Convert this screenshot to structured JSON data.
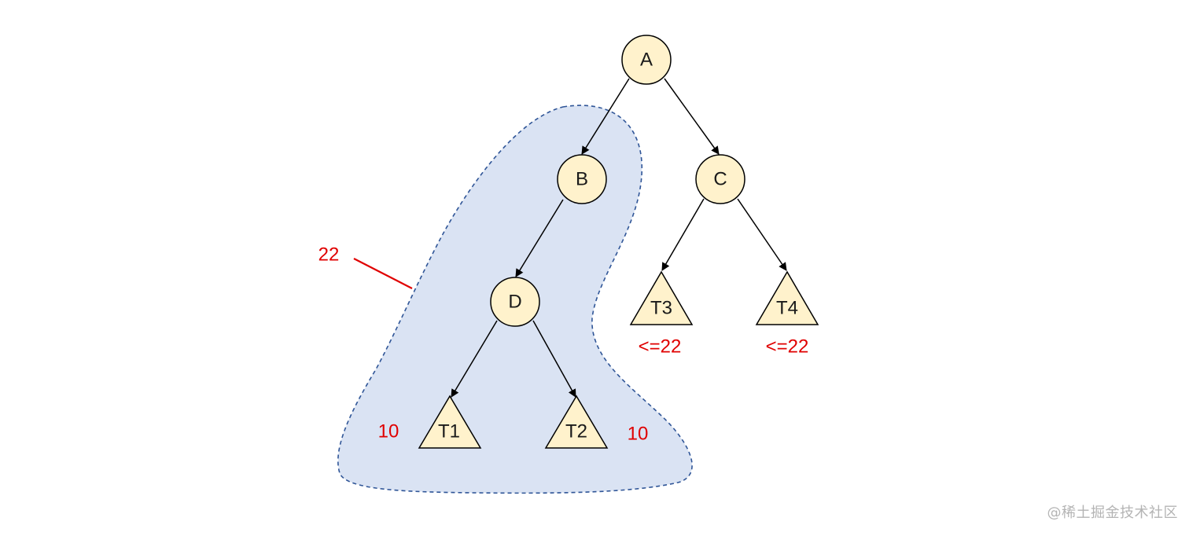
{
  "nodes": {
    "a": "A",
    "b": "B",
    "c": "C",
    "d": "D"
  },
  "subtrees": {
    "t1": "T1",
    "t2": "T2",
    "t3": "T3",
    "t4": "T4"
  },
  "annotations": {
    "region_height": "22",
    "t1_height": "10",
    "t2_height": "10",
    "t3_height": "<=22",
    "t4_height": "<=22"
  },
  "colors": {
    "node_fill": "#FFF2CC",
    "node_stroke": "#000000",
    "region_fill": "#DAE3F3",
    "region_stroke": "#2F5597",
    "annotation": "#E00000",
    "edge": "#000000"
  },
  "watermark": "@稀土掘金技术社区"
}
